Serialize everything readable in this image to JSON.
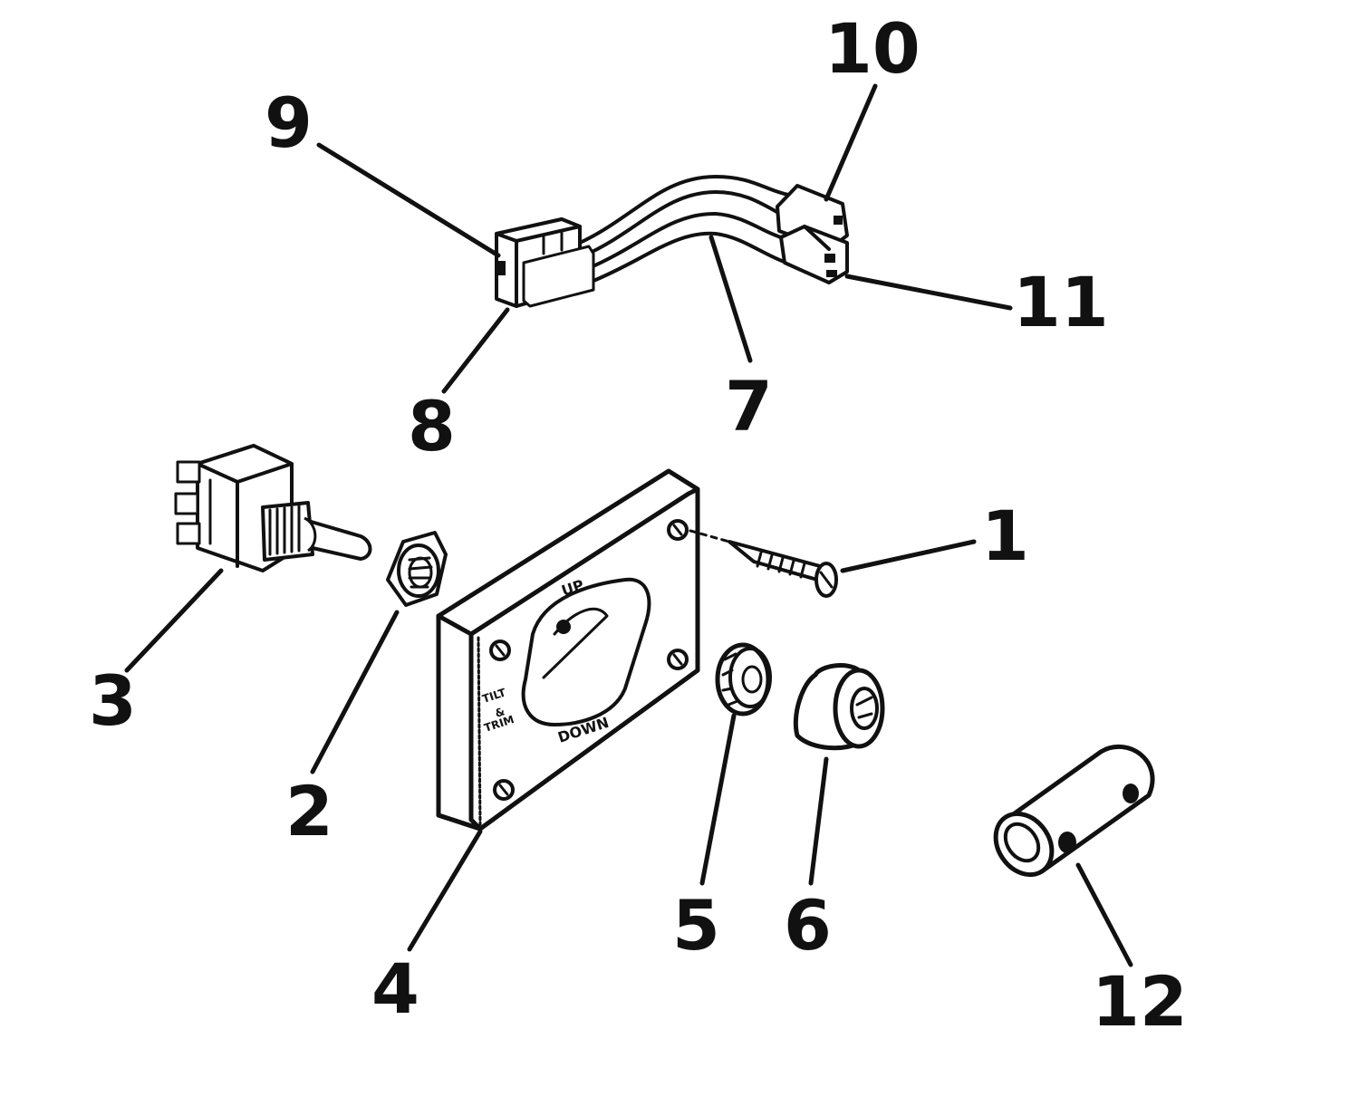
{
  "diagram": {
    "panel_labels": {
      "up": "UP",
      "down": "DOWN",
      "tilt": "TILT",
      "amp": "&",
      "trim": "TRIM"
    },
    "callouts": [
      {
        "id": "1",
        "label": "1"
      },
      {
        "id": "2",
        "label": "2"
      },
      {
        "id": "3",
        "label": "3"
      },
      {
        "id": "4",
        "label": "4"
      },
      {
        "id": "5",
        "label": "5"
      },
      {
        "id": "6",
        "label": "6"
      },
      {
        "id": "7",
        "label": "7"
      },
      {
        "id": "8",
        "label": "8"
      },
      {
        "id": "9",
        "label": "9"
      },
      {
        "id": "10",
        "label": "10"
      },
      {
        "id": "11",
        "label": "11"
      },
      {
        "id": "12",
        "label": "12"
      }
    ]
  }
}
